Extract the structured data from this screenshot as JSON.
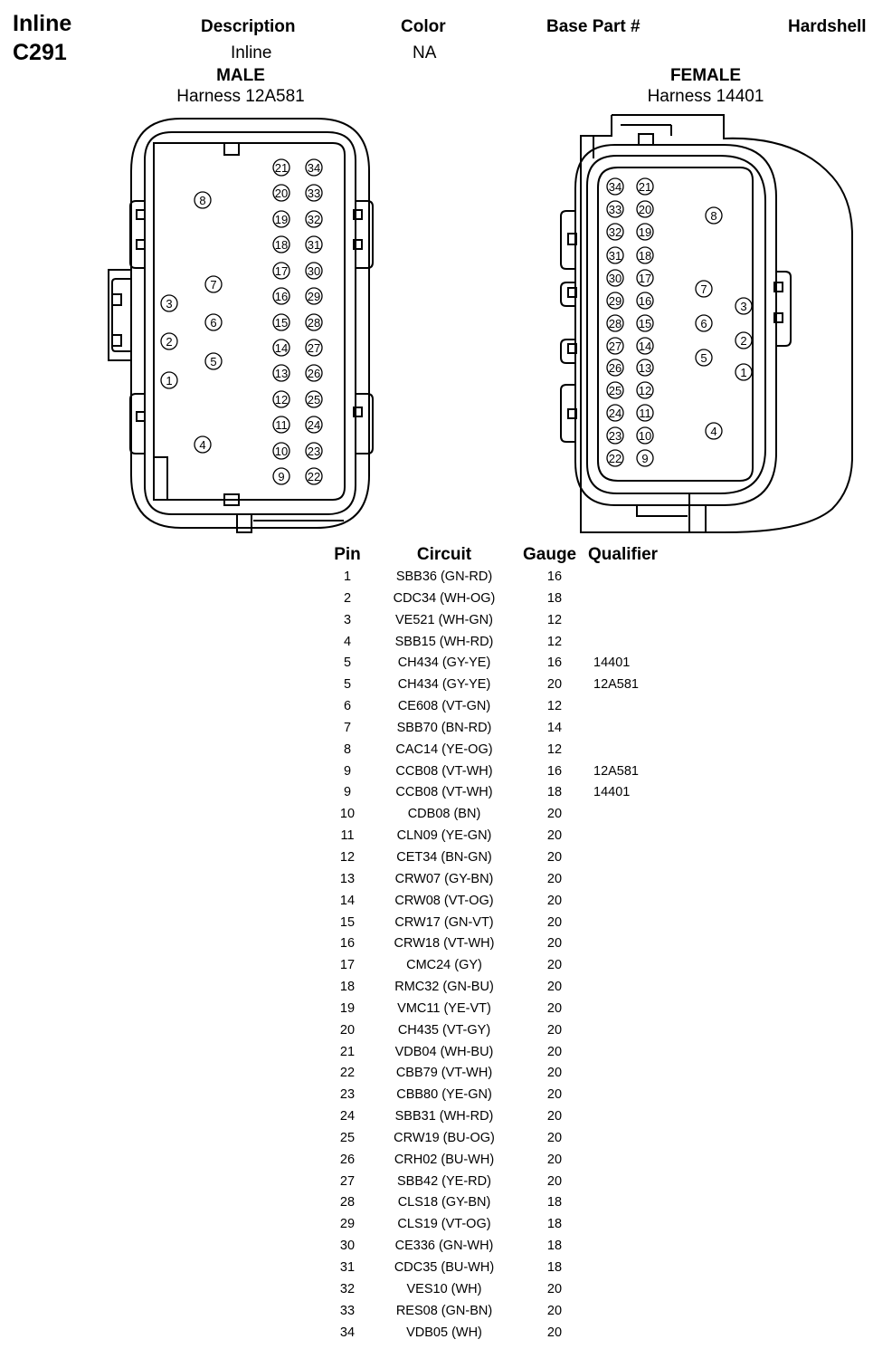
{
  "connector": {
    "line1": "Inline",
    "line2": "C291"
  },
  "header": {
    "description_label": "Description",
    "description_value": "Inline",
    "color_label": "Color",
    "color_value": "NA",
    "base_part_label": "Base Part #",
    "hardshell_label": "Hardshell"
  },
  "male": {
    "title": "MALE",
    "harness": "Harness 12A581"
  },
  "female": {
    "title": "FEMALE",
    "harness": "Harness 14401"
  },
  "table": {
    "headers": {
      "pin": "Pin",
      "circuit": "Circuit",
      "gauge": "Gauge",
      "qualifier": "Qualifier"
    },
    "rows": [
      {
        "pin": "1",
        "circuit": "SBB36 (GN-RD)",
        "gauge": "16",
        "qualifier": ""
      },
      {
        "pin": "2",
        "circuit": "CDC34 (WH-OG)",
        "gauge": "18",
        "qualifier": ""
      },
      {
        "pin": "3",
        "circuit": "VE521 (WH-GN)",
        "gauge": "12",
        "qualifier": ""
      },
      {
        "pin": "4",
        "circuit": "SBB15 (WH-RD)",
        "gauge": "12",
        "qualifier": ""
      },
      {
        "pin": "5",
        "circuit": "CH434 (GY-YE)",
        "gauge": "16",
        "qualifier": "14401"
      },
      {
        "pin": "5",
        "circuit": "CH434 (GY-YE)",
        "gauge": "20",
        "qualifier": "12A581"
      },
      {
        "pin": "6",
        "circuit": "CE608 (VT-GN)",
        "gauge": "12",
        "qualifier": ""
      },
      {
        "pin": "7",
        "circuit": "SBB70 (BN-RD)",
        "gauge": "14",
        "qualifier": ""
      },
      {
        "pin": "8",
        "circuit": "CAC14 (YE-OG)",
        "gauge": "12",
        "qualifier": ""
      },
      {
        "pin": "9",
        "circuit": "CCB08 (VT-WH)",
        "gauge": "16",
        "qualifier": "12A581"
      },
      {
        "pin": "9",
        "circuit": "CCB08 (VT-WH)",
        "gauge": "18",
        "qualifier": "14401"
      },
      {
        "pin": "10",
        "circuit": "CDB08 (BN)",
        "gauge": "20",
        "qualifier": ""
      },
      {
        "pin": "11",
        "circuit": "CLN09 (YE-GN)",
        "gauge": "20",
        "qualifier": ""
      },
      {
        "pin": "12",
        "circuit": "CET34 (BN-GN)",
        "gauge": "20",
        "qualifier": ""
      },
      {
        "pin": "13",
        "circuit": "CRW07 (GY-BN)",
        "gauge": "20",
        "qualifier": ""
      },
      {
        "pin": "14",
        "circuit": "CRW08 (VT-OG)",
        "gauge": "20",
        "qualifier": ""
      },
      {
        "pin": "15",
        "circuit": "CRW17 (GN-VT)",
        "gauge": "20",
        "qualifier": ""
      },
      {
        "pin": "16",
        "circuit": "CRW18 (VT-WH)",
        "gauge": "20",
        "qualifier": ""
      },
      {
        "pin": "17",
        "circuit": "CMC24 (GY)",
        "gauge": "20",
        "qualifier": ""
      },
      {
        "pin": "18",
        "circuit": "RMC32 (GN-BU)",
        "gauge": "20",
        "qualifier": ""
      },
      {
        "pin": "19",
        "circuit": "VMC11 (YE-VT)",
        "gauge": "20",
        "qualifier": ""
      },
      {
        "pin": "20",
        "circuit": "CH435 (VT-GY)",
        "gauge": "20",
        "qualifier": ""
      },
      {
        "pin": "21",
        "circuit": "VDB04 (WH-BU)",
        "gauge": "20",
        "qualifier": ""
      },
      {
        "pin": "22",
        "circuit": "CBB79 (VT-WH)",
        "gauge": "20",
        "qualifier": ""
      },
      {
        "pin": "23",
        "circuit": "CBB80 (YE-GN)",
        "gauge": "20",
        "qualifier": ""
      },
      {
        "pin": "24",
        "circuit": "SBB31 (WH-RD)",
        "gauge": "20",
        "qualifier": ""
      },
      {
        "pin": "25",
        "circuit": "CRW19 (BU-OG)",
        "gauge": "20",
        "qualifier": ""
      },
      {
        "pin": "26",
        "circuit": "CRH02 (BU-WH)",
        "gauge": "20",
        "qualifier": ""
      },
      {
        "pin": "27",
        "circuit": "SBB42 (YE-RD)",
        "gauge": "20",
        "qualifier": ""
      },
      {
        "pin": "28",
        "circuit": "CLS18 (GY-BN)",
        "gauge": "18",
        "qualifier": ""
      },
      {
        "pin": "29",
        "circuit": "CLS19 (VT-OG)",
        "gauge": "18",
        "qualifier": ""
      },
      {
        "pin": "30",
        "circuit": "CE336 (GN-WH)",
        "gauge": "18",
        "qualifier": ""
      },
      {
        "pin": "31",
        "circuit": "CDC35 (BU-WH)",
        "gauge": "18",
        "qualifier": ""
      },
      {
        "pin": "32",
        "circuit": "VES10 (WH)",
        "gauge": "20",
        "qualifier": ""
      },
      {
        "pin": "33",
        "circuit": "RES08 (GN-BN)",
        "gauge": "20",
        "qualifier": ""
      },
      {
        "pin": "34",
        "circuit": "VDB05 (WH)",
        "gauge": "20",
        "qualifier": ""
      }
    ]
  }
}
